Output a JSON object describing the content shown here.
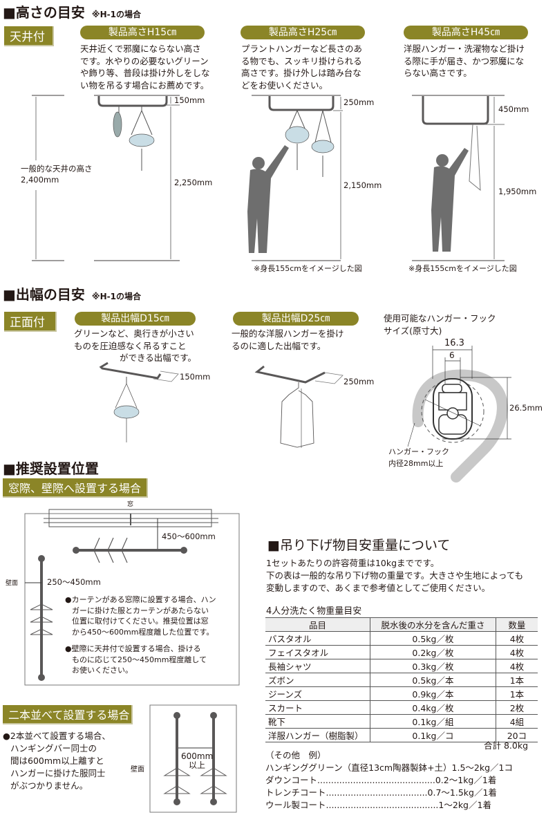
{
  "height_section": {
    "title": "■高さの目安",
    "note": "※H-1の場合",
    "mount_tag": "天井付",
    "items": [
      {
        "pill": "製品高さH15㎝",
        "desc": [
          "天井近くで邪魔にならない高さ",
          "です。水やりの必要ないグリーン",
          "や飾り等、普段は掛け外しをしな",
          "い物を吊るす場合にお薦めです。"
        ],
        "top_dim": "150mm",
        "bottom_dim": "2,250mm"
      },
      {
        "pill": "製品高さH25㎝",
        "desc": [
          "プラントハンガーなど長さのあ",
          "る物でも、スッキリ掛けられる",
          "高さです。掛け外しは踏み台な",
          "どをお使いください。"
        ],
        "top_dim": "250mm",
        "bottom_dim": "2,150mm",
        "caption": "※身長155cmをイメージした図"
      },
      {
        "pill": "製品高さH45㎝",
        "desc": [
          "洋服ハンガー・洗濯物など掛け",
          "る際に手が届き、かつ邪魔にな",
          "らない高さです。"
        ],
        "top_dim": "450mm",
        "bottom_dim": "1,950mm",
        "caption": "※身長155cmをイメージした図"
      }
    ],
    "ceiling_label": [
      "一般的な天井の高さ",
      "2,400mm"
    ]
  },
  "depth_section": {
    "title": "■出幅の目安",
    "note": "※H-1の場合",
    "mount_tag": "正面付",
    "items": [
      {
        "pill": "製品出幅D15㎝",
        "desc": [
          "グリーンなど、奥行きが小さい",
          "ものを圧迫感なく吊るすこと",
          "ができる出幅です。"
        ],
        "dim": "150mm"
      },
      {
        "pill": "製品出幅D25㎝",
        "desc": [
          "一般的な洋服ハンガーを掛け",
          "るのに適した出幅です。"
        ],
        "dim": "250mm"
      }
    ],
    "hook": {
      "title": [
        "使用可能なハンガー・フック",
        "サイズ(原寸大)"
      ],
      "width_outer": "16.3",
      "width_inner": "6",
      "height": "26.5mm",
      "note": [
        "ハンガー・フック",
        "内径28mm以上"
      ]
    }
  },
  "position_section": {
    "title": "■推奨設置位置",
    "window_tag": "窓際、壁際へ設置する場合",
    "window_label": "窓",
    "window_dim": "450〜600mm",
    "wall_label": "壁面",
    "wall_dim": "250〜450mm",
    "bullets": [
      [
        "●カーテンがある窓際に設置する場合、ハン",
        "ガーに掛けた服とカーテンがあたらない",
        "位置に取付けてください。推奨位置は窓",
        "から450〜600mm程度離した位置です。"
      ],
      [
        "●壁際に天井付で設置する場合、掛ける",
        "ものに応じて250〜450mm程度離して",
        "お使いください。"
      ]
    ],
    "pair_tag": "二本並べて設置する場合",
    "pair_bullet": [
      "●2本並べて設置する場合、",
      "ハンギングバー同士の",
      "間は600mm以上離すと",
      "ハンガーに掛けた服同士",
      "がぶつかりません。"
    ],
    "pair_wall_label": "壁面",
    "pair_dim": [
      "600mm",
      "以上"
    ]
  },
  "weight_section": {
    "title": "■吊り下げ物目安重量について",
    "intro": [
      "1セットあたりの許容荷重は10kgまでです。",
      "下の表は一般的な吊り下げ物の重量です。大きさや生地によっても",
      "変動しますので、あくまで参考値としてご使用ください。"
    ],
    "table_title": "4人分洗たく物重量目安",
    "columns": [
      "品目",
      "脱水後の水分を含んだ重さ",
      "数量"
    ],
    "rows": [
      {
        "item": "バスタオル",
        "weight": "0.5kg／枚",
        "qty": "4枚"
      },
      {
        "item": "フェイスタオル",
        "weight": "0.2kg／枚",
        "qty": "4枚"
      },
      {
        "item": "長袖シャツ",
        "weight": "0.3kg／枚",
        "qty": "4枚"
      },
      {
        "item": "ズボン",
        "weight": "0.5kg／本",
        "qty": "1本"
      },
      {
        "item": "ジーンズ",
        "weight": "0.9kg／本",
        "qty": "1本"
      },
      {
        "item": "スカート",
        "weight": "0.4kg／枚",
        "qty": "2枚"
      },
      {
        "item": "靴下",
        "weight": "0.1kg／組",
        "qty": "4組"
      },
      {
        "item": "洋服ハンガー（樹脂製）",
        "weight": "0.1kg／コ",
        "qty": "20コ"
      }
    ],
    "total": "合計 8.0kg",
    "other_title": "（その他　例）",
    "others": [
      "ハンギンググリーン（直径13cm陶器製鉢+土）1.5〜2kg／1コ",
      "ダウンコート...........................................0.2〜1kg／1着",
      "トレンチコート.....................................0.7〜1.5kg／1着",
      "ウール製コート.........................................1〜2kg／1着"
    ]
  },
  "colors": {
    "accent": "#8b8527",
    "figure": "#6e6e6e",
    "line": "#3e3a39",
    "hook_gray": "#c8c8c8"
  }
}
